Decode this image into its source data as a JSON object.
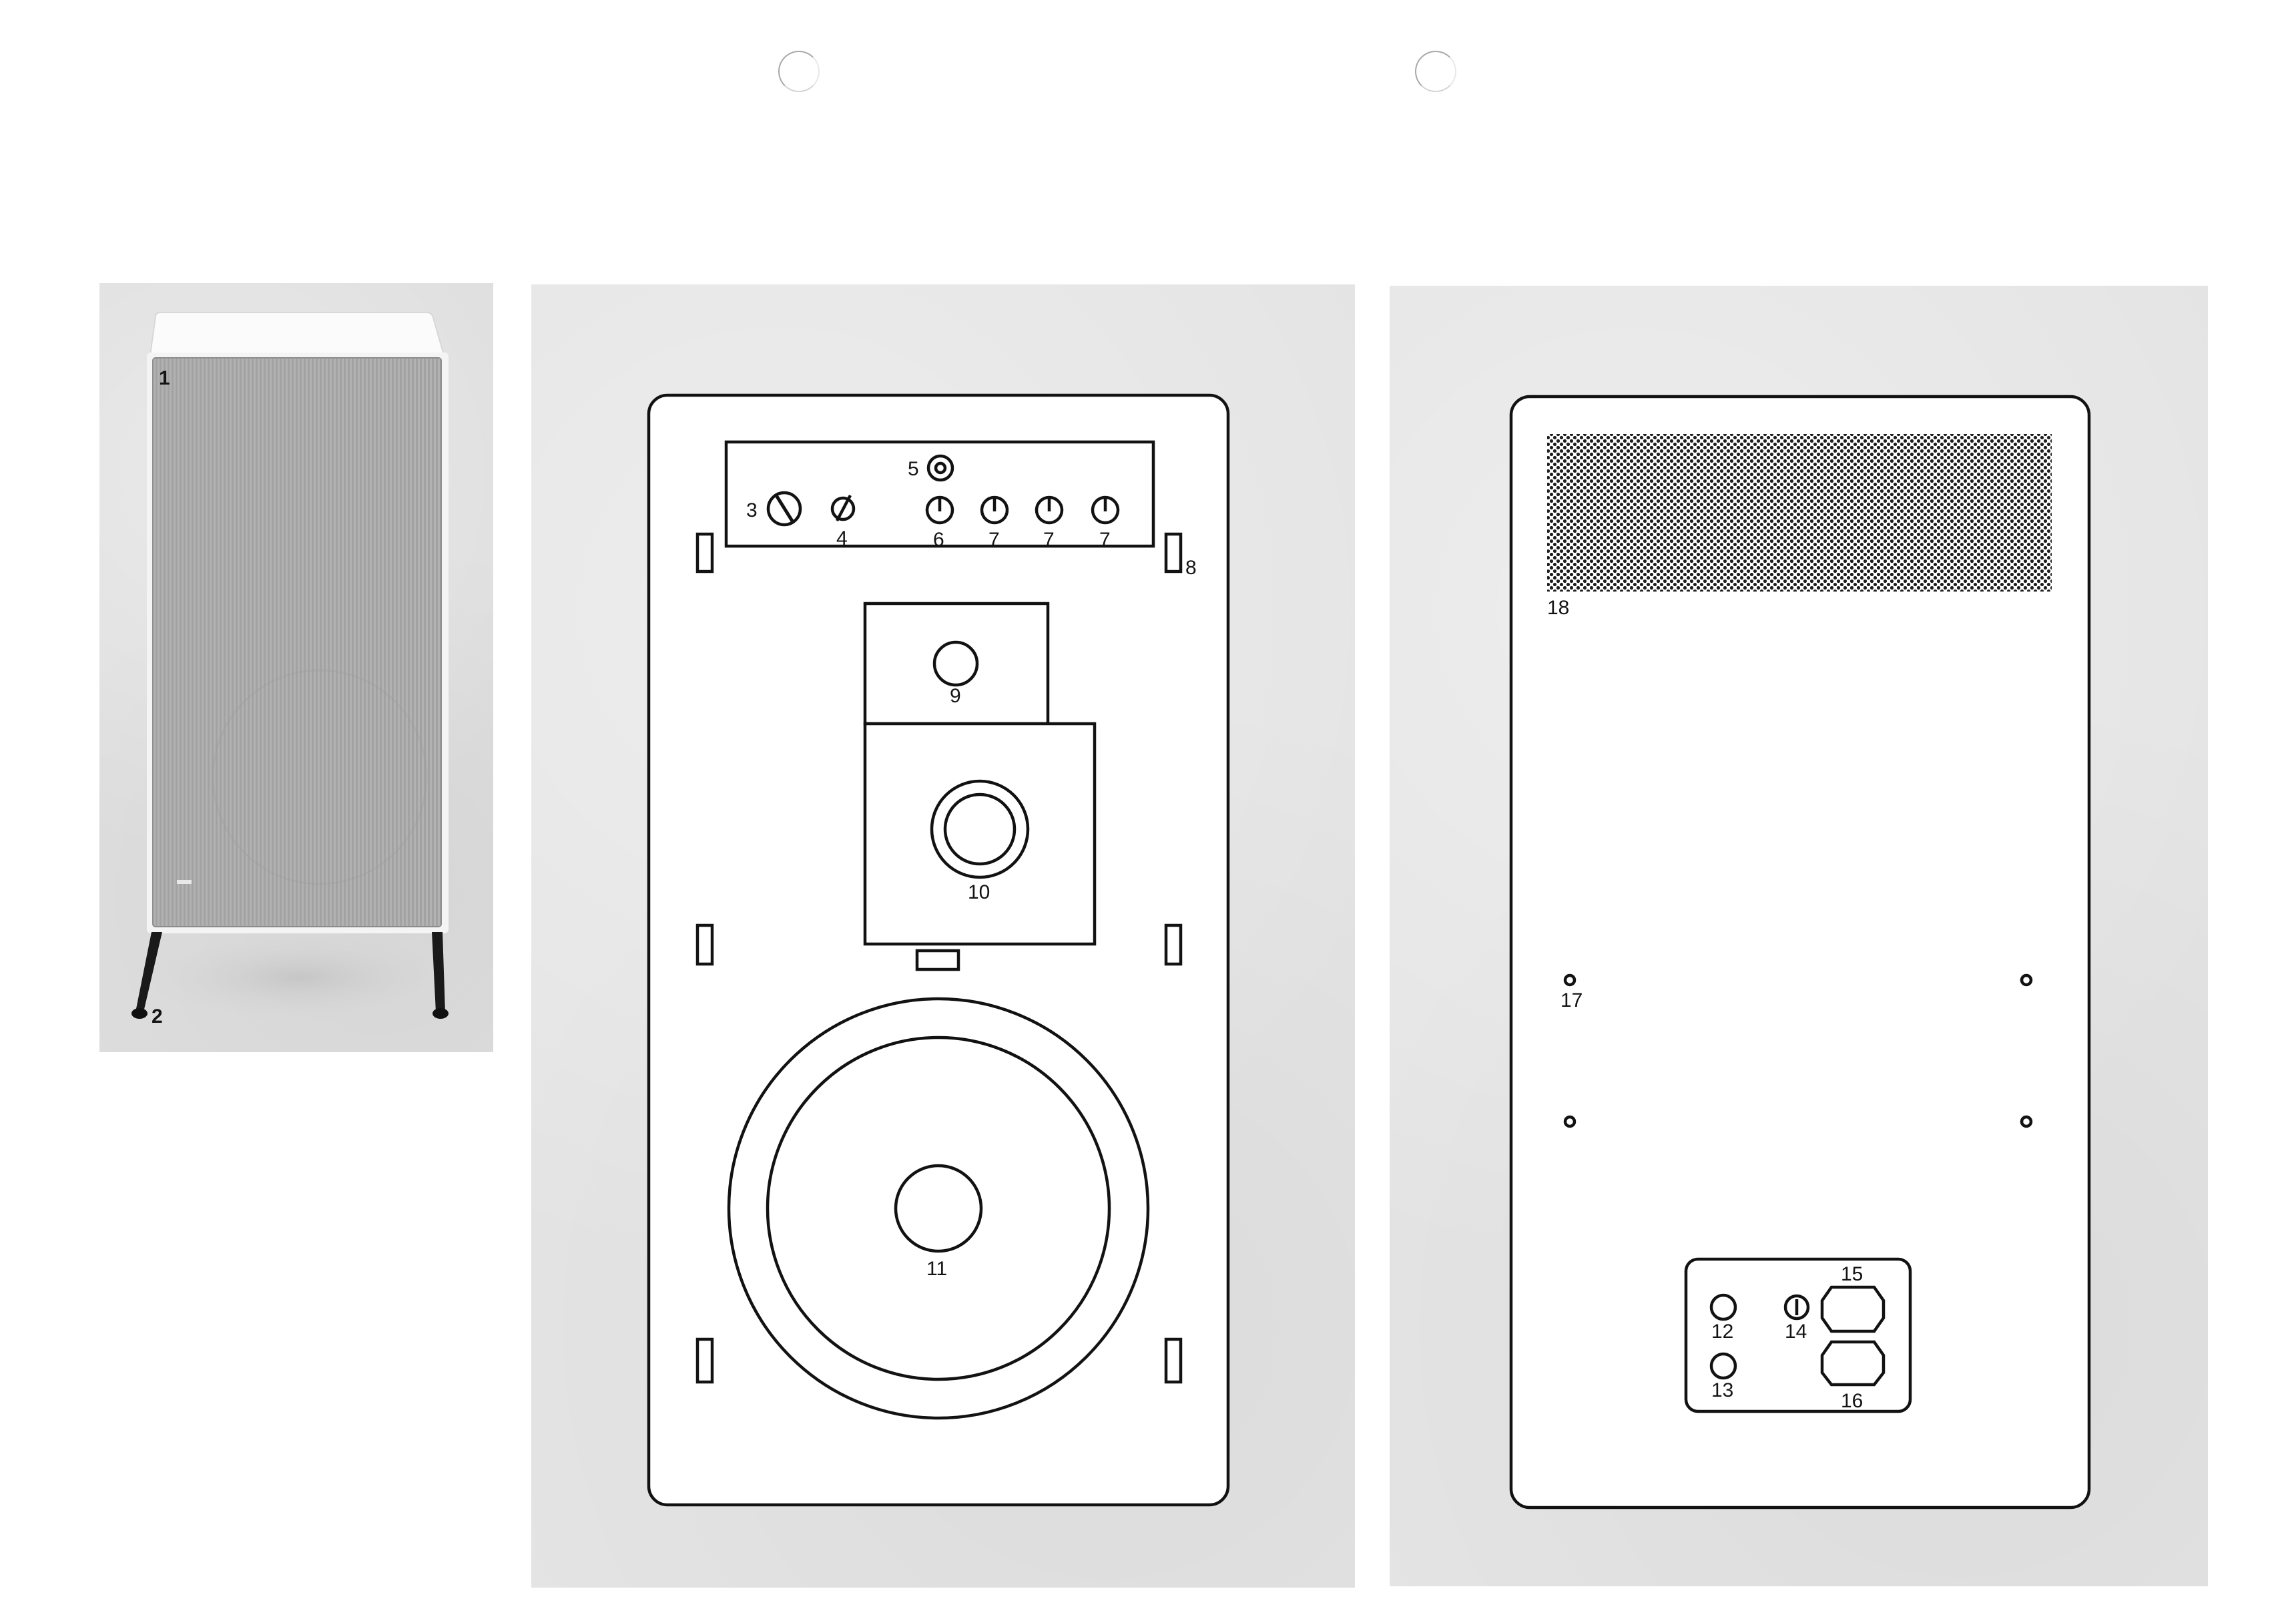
{
  "photo": {
    "callouts": {
      "front_grille": "1",
      "stand_leg": "2"
    }
  },
  "front_view": {
    "callouts": {
      "c3": "3",
      "c4": "4",
      "c5": "5",
      "c6": "6",
      "c7a": "7",
      "c7b": "7",
      "c7c": "7",
      "c8": "8",
      "c9": "9",
      "c10": "10",
      "c11": "11"
    }
  },
  "rear_view": {
    "callouts": {
      "c12": "12",
      "c13": "13",
      "c14": "14",
      "c15": "15",
      "c16": "16",
      "c17": "17",
      "c18": "18"
    }
  },
  "colors": {
    "panel_background": "#e4e4e4",
    "line": "#121212",
    "drawing_fill": "#ffffff",
    "grille": "#a9a9a9"
  }
}
